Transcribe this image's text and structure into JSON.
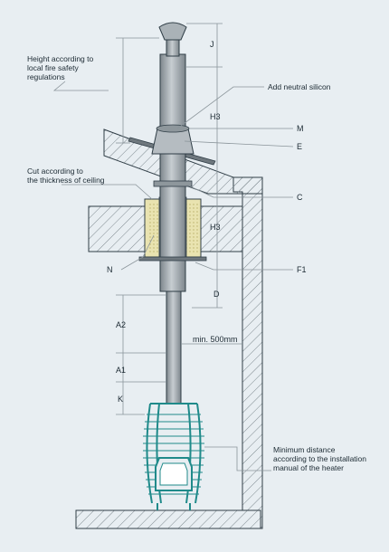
{
  "labels": {
    "height_note": "Height according to\nlocal fire safety\nregulations",
    "silicon_note": "Add neutral silicon",
    "cut_note": "Cut according to\nthe thickness of ceiling",
    "min_distance_note": "Minimum distance\naccording to the installation\nmanual of the heater",
    "min_500": "min. 500mm"
  },
  "parts": {
    "J": "J",
    "H3_upper": "H3",
    "M": "M",
    "E": "E",
    "C": "C",
    "H3_lower": "H3",
    "N": "N",
    "F1": "F1",
    "D": "D",
    "A2": "A2",
    "A1": "A1",
    "K": "K"
  },
  "colors": {
    "background": "#e8eef2",
    "line": "#2f3d46",
    "pipe": "#9aa3a9",
    "pipe_dark": "#6f787e",
    "insulation": "#e9e3b0",
    "heater": "#1f8a8a",
    "guide": "#8a949a"
  }
}
